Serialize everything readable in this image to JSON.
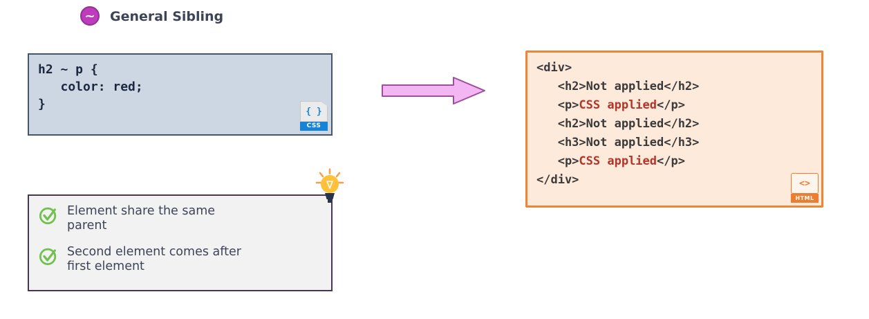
{
  "title": {
    "badge_symbol": "~",
    "text": "General Sibling"
  },
  "css_box": {
    "lines": [
      "h2 ~ p {",
      "   color: red;",
      "}"
    ],
    "file_icon": {
      "glyph": "{ }",
      "label": "CSS"
    }
  },
  "html_box": {
    "lines": [
      {
        "parts": [
          {
            "t": "<div>"
          }
        ]
      },
      {
        "parts": [
          {
            "t": "   <h2>Not applied</h2>"
          }
        ]
      },
      {
        "parts": [
          {
            "t": "   <p>"
          },
          {
            "t": "CSS applied",
            "highlight": "red"
          },
          {
            "t": "</p>"
          }
        ]
      },
      {
        "parts": [
          {
            "t": "   <h2>Not applied</h2>"
          }
        ]
      },
      {
        "parts": [
          {
            "t": "   <h3>Not applied</h3>"
          }
        ]
      },
      {
        "parts": [
          {
            "t": "   <p>"
          },
          {
            "t": "CSS applied",
            "highlight": "red"
          },
          {
            "t": "</p>"
          }
        ]
      },
      {
        "parts": [
          {
            "t": "</div>"
          }
        ]
      }
    ],
    "file_icon": {
      "glyph": "<>",
      "label": "HTML"
    }
  },
  "notes": {
    "items": [
      "Element share the same parent",
      "Second element comes after first element"
    ]
  },
  "colors": {
    "badge": "#bc3cbb",
    "title_text": "#3e4457",
    "css_box_bg": "#cdd7e3",
    "css_box_border": "#46546c",
    "css_code_text": "#1b2840",
    "arrow_fill": "#f4b6f2",
    "arrow_stroke": "#9c4f9c",
    "html_box_bg": "#fdeadb",
    "html_box_border": "#ee8434",
    "html_code_text": "#3a3a3a",
    "css_applied_red": "#b2352a",
    "notes_bg": "#f2f2f2",
    "notes_border": "#473552",
    "check_green": "#72c14e",
    "bulb_yellow": "#ffc13b"
  }
}
